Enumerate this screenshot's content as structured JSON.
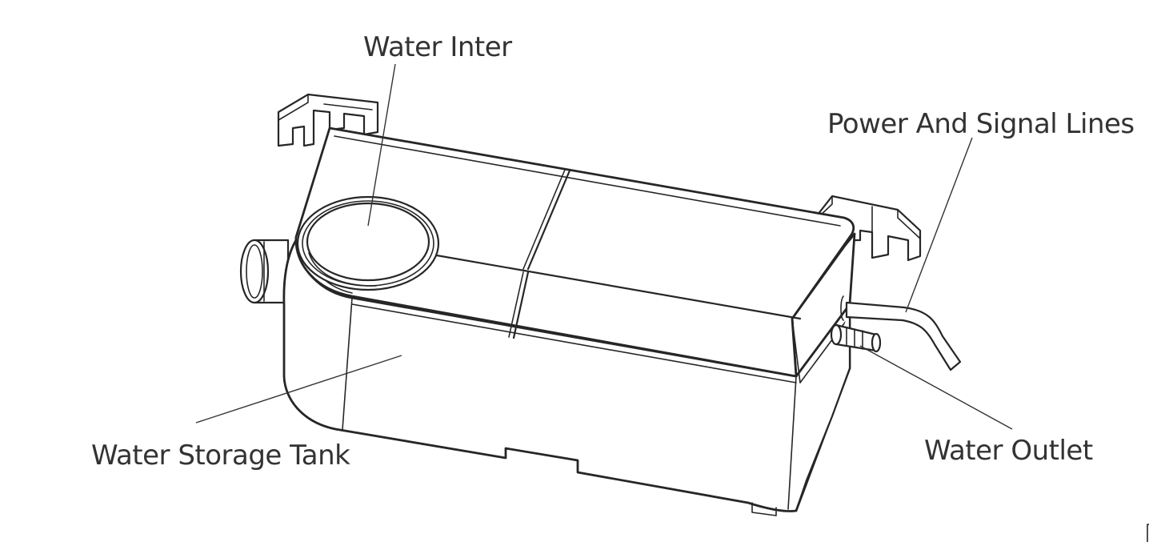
{
  "labels": {
    "water_inlet": "Water Inter",
    "power_signal": "Power And Signal Lines",
    "storage_tank": "Water Storage Tank",
    "water_outlet": "Water Outlet"
  },
  "colors": {
    "ink": "#262626",
    "label": "#333333",
    "background": "#ffffff"
  }
}
